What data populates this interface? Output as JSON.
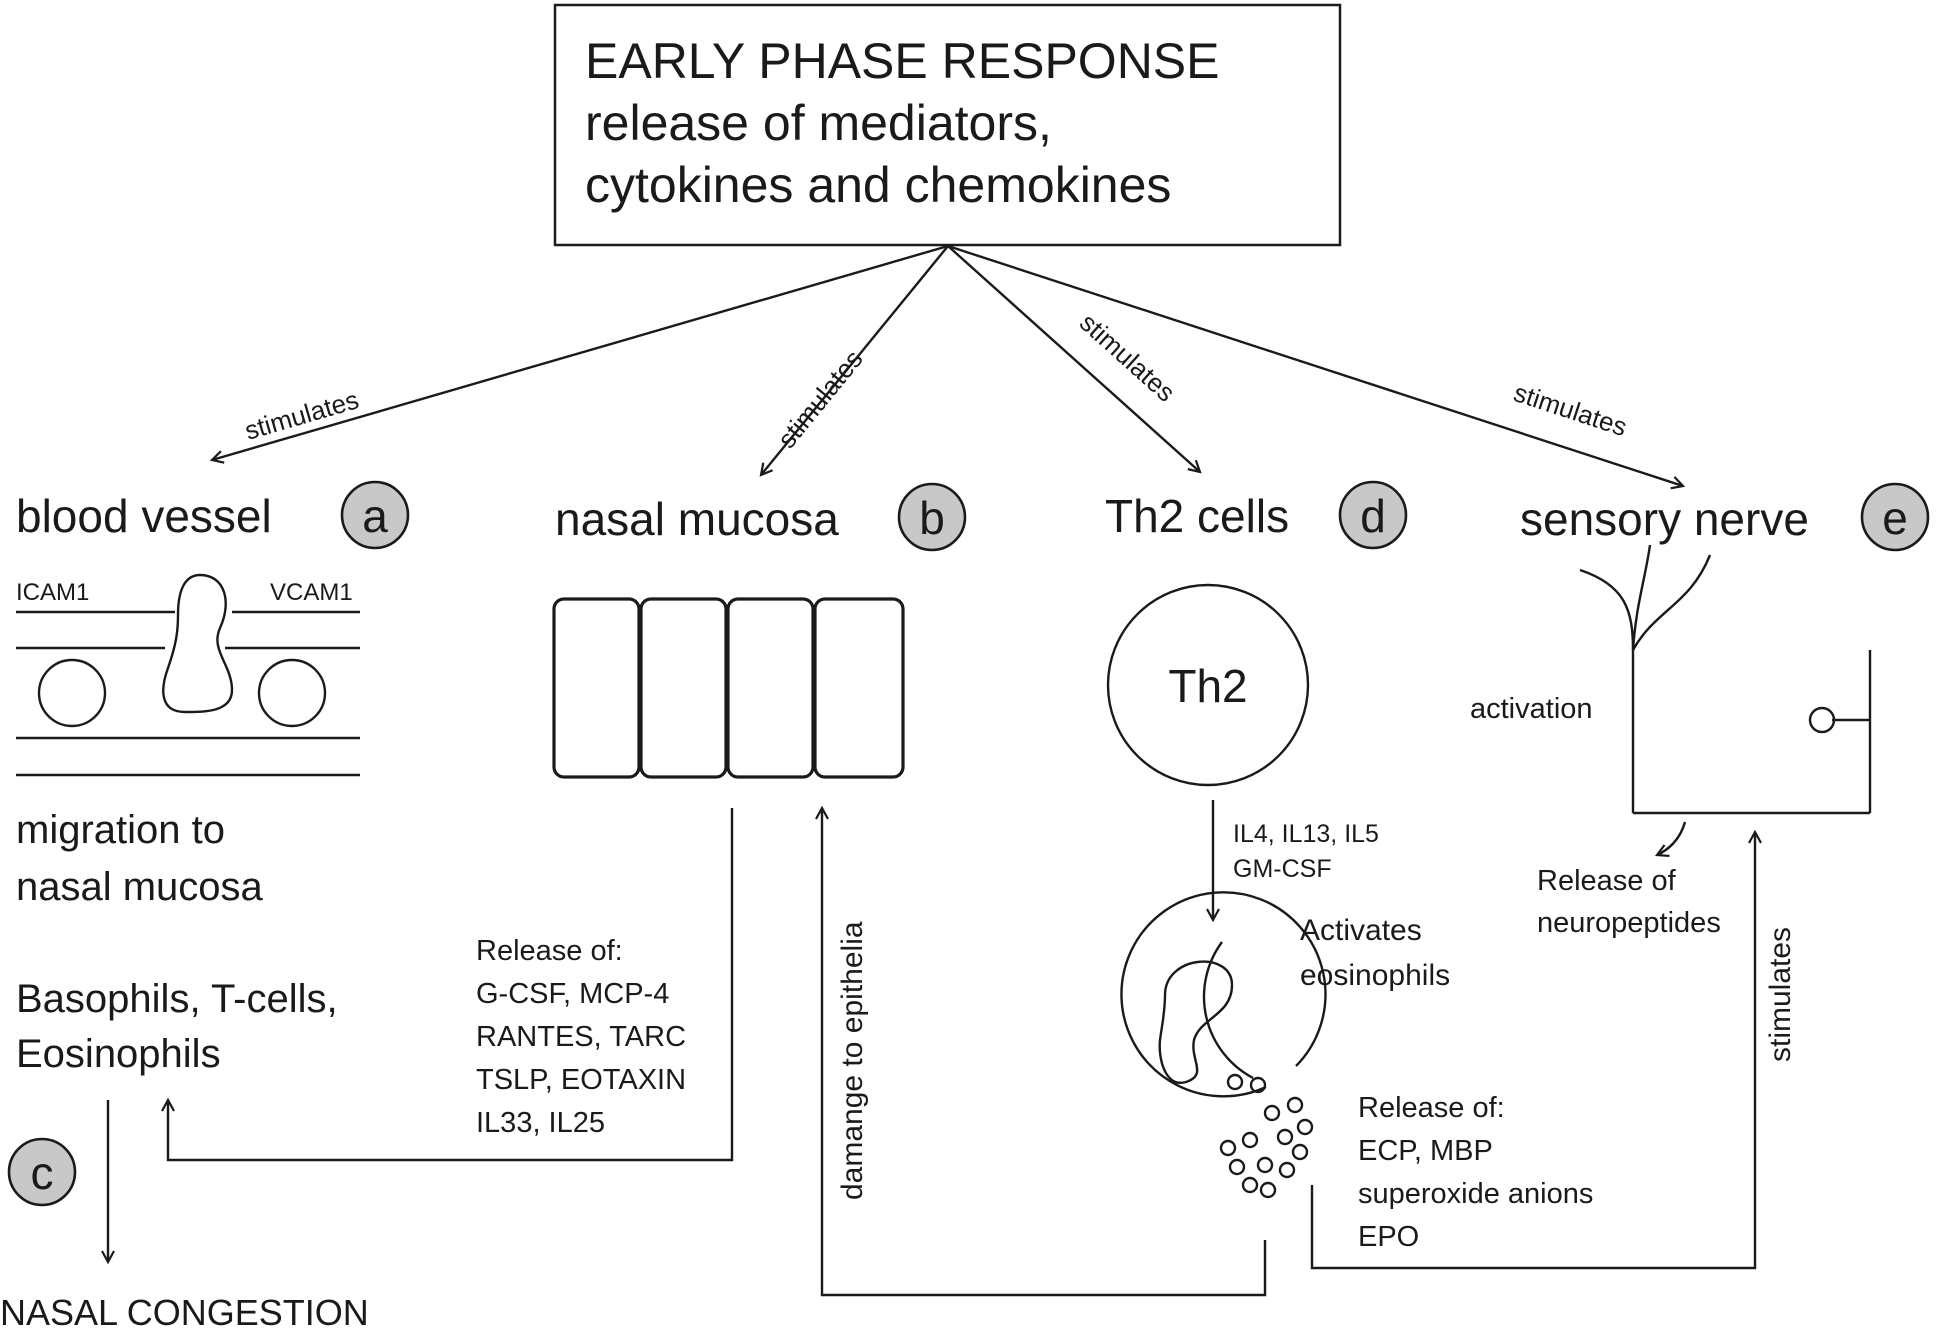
{
  "header": {
    "line1": "EARLY PHASE RESPONSE",
    "line2": "release of mediators,",
    "line3": "cytokines and chemokines"
  },
  "edges": {
    "to_a": "stimulates",
    "to_b": "stimulates",
    "to_d": "stimulates",
    "to_e": "stimulates",
    "e_feedback": "stimulates",
    "damage": "damange to epithelia"
  },
  "panel_a": {
    "title": "blood vessel",
    "badge": "a",
    "icam": "ICAM1",
    "vcam": "VCAM1",
    "migration1": "migration to",
    "migration2": "nasal mucosa",
    "cells1": "Basophils, T-cells,",
    "cells2": "Eosinophils"
  },
  "panel_b": {
    "title": "nasal mucosa",
    "badge": "b",
    "release": [
      "Release of:",
      "G-CSF, MCP-4",
      "RANTES, TARC",
      "TSLP, EOTAXIN",
      "IL33, IL25"
    ]
  },
  "panel_c": {
    "badge": "c",
    "outcome": "NASAL CONGESTION"
  },
  "panel_d": {
    "title": "Th2 cells",
    "badge": "d",
    "cell_label": "Th2",
    "cytokines1": "IL4, IL13, IL5",
    "cytokines2": "GM-CSF",
    "activates1": "Activates",
    "activates2": "eosinophils",
    "release": [
      "Release of:",
      "ECP, MBP",
      "superoxide anions",
      "EPO"
    ]
  },
  "panel_e": {
    "title": "sensory nerve",
    "badge": "e",
    "activation": "activation",
    "release1": "Release of",
    "release2": "neuropeptides"
  }
}
